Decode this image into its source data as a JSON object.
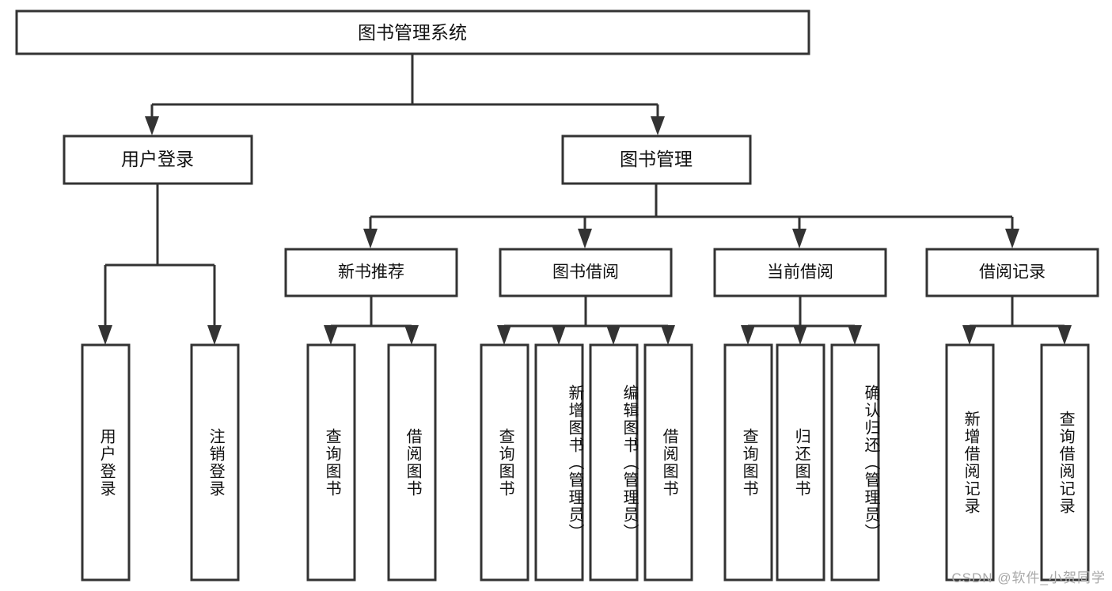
{
  "diagram": {
    "type": "tree",
    "title": "图书管理系统",
    "watermark": "CSDN @软件_小贺同学",
    "root": {
      "label": "图书管理系统"
    },
    "level2": [
      {
        "label": "用户登录"
      },
      {
        "label": "图书管理"
      }
    ],
    "level3": [
      {
        "label": "新书推荐"
      },
      {
        "label": "图书借阅"
      },
      {
        "label": "当前借阅"
      },
      {
        "label": "借阅记录"
      }
    ],
    "leaves": {
      "user_login": [
        {
          "label": "用户登录"
        },
        {
          "label": "注销登录"
        }
      ],
      "new_book": [
        {
          "label": "查询图书"
        },
        {
          "label": "借阅图书"
        }
      ],
      "book_borrow": [
        {
          "label": "查询图书"
        },
        {
          "label": "新增图书（管理员）"
        },
        {
          "label": "编辑图书（管理员）"
        },
        {
          "label": "借阅图书"
        }
      ],
      "current_borrow": [
        {
          "label": "查询图书"
        },
        {
          "label": "归还图书"
        },
        {
          "label": "确认归还（管理员）"
        }
      ],
      "borrow_record": [
        {
          "label": "新增借阅记录"
        },
        {
          "label": "查询借阅记录"
        }
      ]
    },
    "colors": {
      "stroke": "#333333",
      "fill": "#ffffff",
      "text": "#111111",
      "watermark": "#a8a8a8"
    }
  }
}
